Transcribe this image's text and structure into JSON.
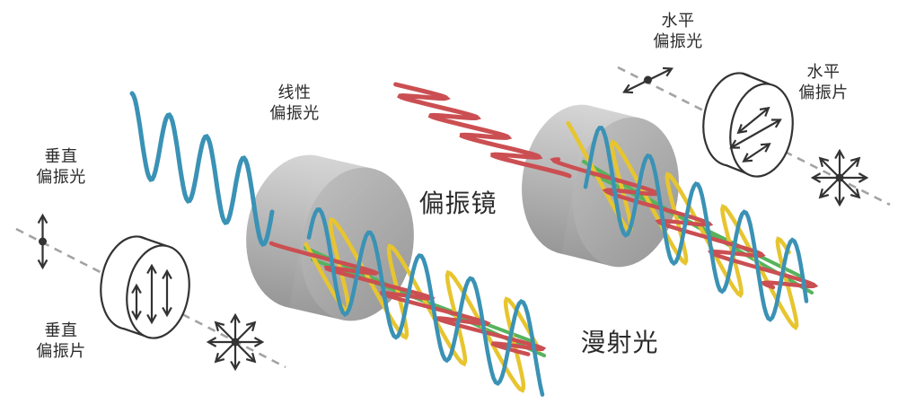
{
  "diagram": {
    "title_context": "polarization-of-light-diagram",
    "labels": {
      "vertical_light_line1": "垂直",
      "vertical_light_line2": "偏振光",
      "vertical_filter_line1": "垂直",
      "vertical_filter_line2": "偏振片",
      "linear_light_line1": "线性",
      "linear_light_line2": "偏振光",
      "polarizer_center": "偏振镜",
      "horizontal_light_line1": "水平",
      "horizontal_light_line2": "偏振光",
      "horizontal_filter_line1": "水平",
      "horizontal_filter_line2": "偏振片",
      "diffuse_light": "漫射光"
    },
    "colors": {
      "blue_wave": "#3a92b5",
      "red_wave": "#cb4f52",
      "yellow_wave": "#e7c52f",
      "green_axis": "#57b35c",
      "disk_gray_light": "#d6d6d6",
      "disk_gray_mid": "#c0c0c0",
      "disk_gray_dark": "#979797",
      "dashed_line": "#a3a3a3",
      "outline": "#333333",
      "text": "#2b2b2b"
    }
  }
}
